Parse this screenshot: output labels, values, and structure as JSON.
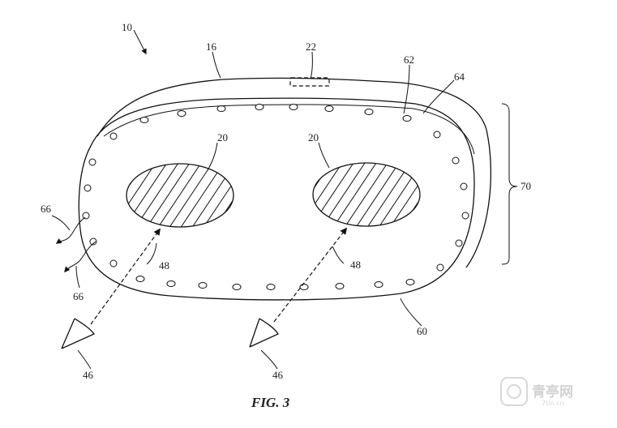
{
  "figure": {
    "caption": "FIG. 3",
    "labels": {
      "device": "10",
      "shell": "16",
      "component": "22",
      "lens": "20",
      "gasket": "60",
      "rim": "62",
      "face": "64",
      "light": "66",
      "optical_path": "48",
      "eye": "46",
      "depth": "70"
    }
  },
  "watermark": {
    "brand": "青亭网",
    "url": "7tin.cn"
  }
}
